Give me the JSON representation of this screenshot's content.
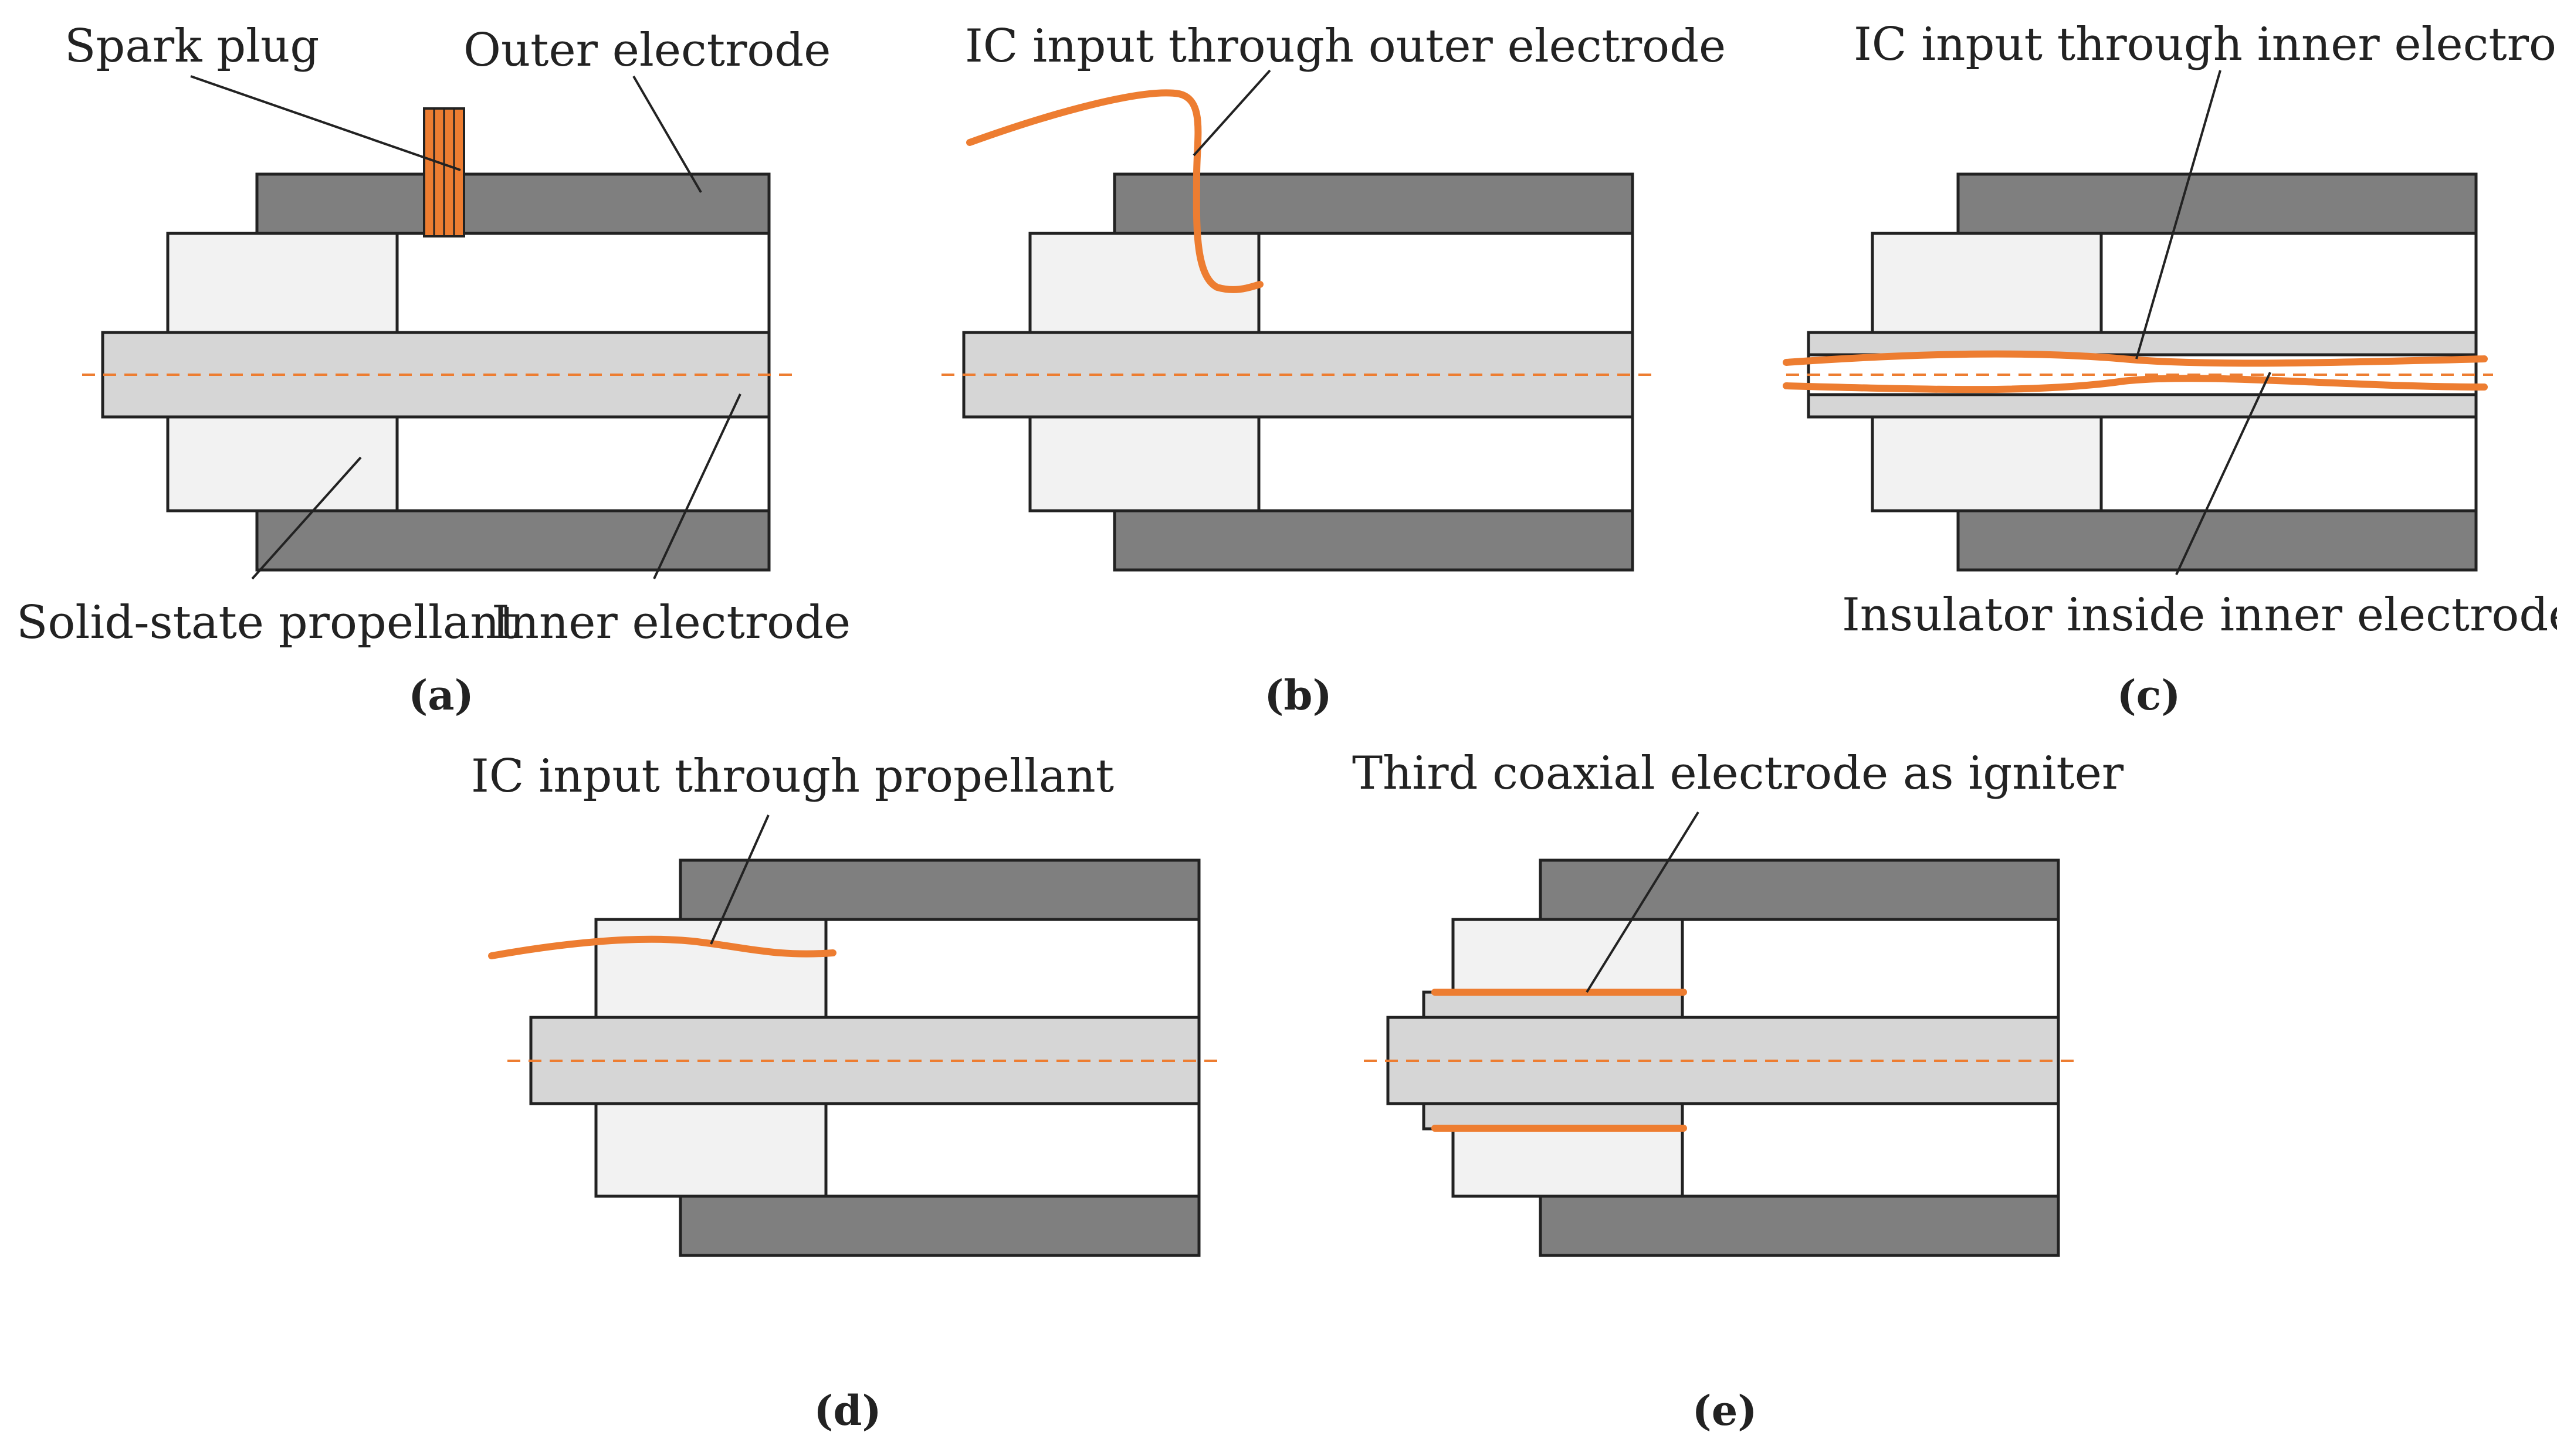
{
  "colors": {
    "outer_electrode": "#7f7f7f",
    "propellant": "#f2f2f2",
    "inner_electrode": "#d6d6d6",
    "igniter": "#ed7d31",
    "outline": "#222222"
  },
  "panels": {
    "a": {
      "caption": "(a)",
      "labels": {
        "spark_plug": "Spark plug",
        "outer_electrode": "Outer electrode",
        "solid_propellant": "Solid-state propellant",
        "inner_electrode": "Inner electrode"
      }
    },
    "b": {
      "caption": "(b)",
      "labels": {
        "ic_input": "IC input through outer electrode"
      }
    },
    "c": {
      "caption": "(c)",
      "labels": {
        "ic_input": "IC input through inner electrode",
        "insulator": "Insulator inside inner electrode"
      }
    },
    "d": {
      "caption": "(d)",
      "labels": {
        "ic_input": "IC input through propellant"
      }
    },
    "e": {
      "caption": "(e)",
      "labels": {
        "third_electrode": "Third coaxial electrode as igniter"
      }
    }
  }
}
